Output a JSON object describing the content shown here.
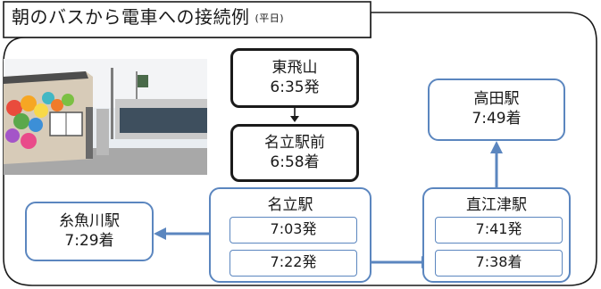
{
  "title": {
    "main": "朝のバスから電車への接続例",
    "note": "(平日)"
  },
  "bus": {
    "origin": {
      "name": "東飛山",
      "time": "6:35発"
    },
    "arrival": {
      "name": "名立駅前",
      "time": "6:58着"
    }
  },
  "stations": {
    "nadachi": {
      "name": "名立駅",
      "dep1": "7:03発",
      "dep2": "7:22発"
    },
    "itoigawa": {
      "name": "糸魚川駅",
      "time": "7:29着"
    },
    "naoetsu": {
      "name": "直江津駅",
      "dep": "7:41発",
      "arr": "7:38着"
    },
    "takada": {
      "name": "高田駅",
      "time": "7:49着"
    }
  },
  "colors": {
    "accent": "#5b86bf",
    "border_dark": "#1a1a1a"
  },
  "photo_icon": "bus-waiting-shelter-photo"
}
